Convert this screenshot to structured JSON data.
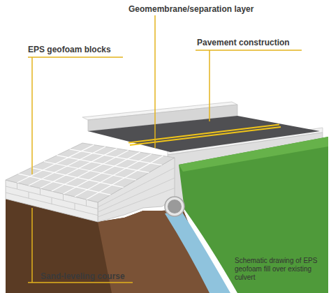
{
  "diagram": {
    "caption": "Schematic drawing of EPS geofoam fill over existing culvert",
    "labels": [
      "Geomembrane/separation layer",
      "EPS geofoam blocks",
      "Pavement construction",
      "Sand-leveling course"
    ]
  }
}
